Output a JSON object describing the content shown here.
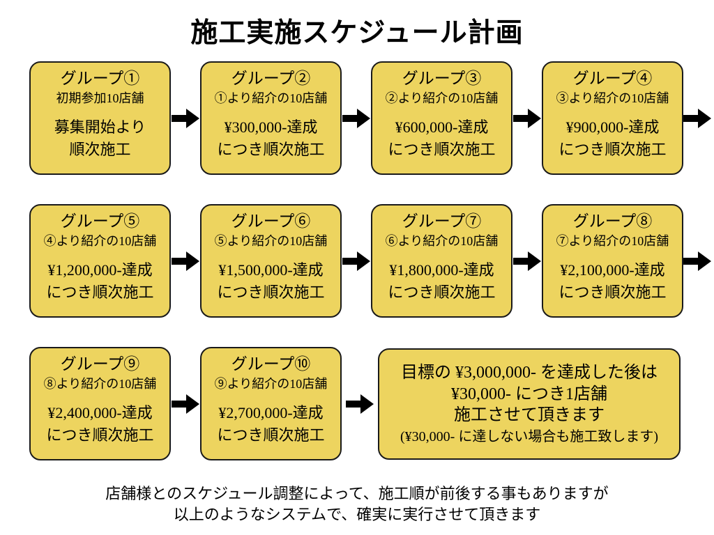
{
  "title": "施工実施スケジュール計画",
  "colors": {
    "box_fill": "#EDD45F",
    "box_border": "#1a1a1a",
    "arrow": "#000000",
    "background": "#ffffff",
    "text": "#000000"
  },
  "groups": [
    {
      "name": "グループ①",
      "sub": "初期参加10店舗",
      "line1": "募集開始より",
      "line2": "順次施工"
    },
    {
      "name": "グループ②",
      "sub": "①より紹介の10店舗",
      "line1": "¥300,000-達成",
      "line2": "につき順次施工"
    },
    {
      "name": "グループ③",
      "sub": "②より紹介の10店舗",
      "line1": "¥600,000-達成",
      "line2": "につき順次施工"
    },
    {
      "name": "グループ④",
      "sub": "③より紹介の10店舗",
      "line1": "¥900,000-達成",
      "line2": "につき順次施工"
    },
    {
      "name": "グループ⑤",
      "sub": "④より紹介の10店舗",
      "line1": "¥1,200,000-達成",
      "line2": "につき順次施工"
    },
    {
      "name": "グループ⑥",
      "sub": "⑤より紹介の10店舗",
      "line1": "¥1,500,000-達成",
      "line2": "につき順次施工"
    },
    {
      "name": "グループ⑦",
      "sub": "⑥より紹介の10店舗",
      "line1": "¥1,800,000-達成",
      "line2": "につき順次施工"
    },
    {
      "name": "グループ⑧",
      "sub": "⑦より紹介の10店舗",
      "line1": "¥2,100,000-達成",
      "line2": "につき順次施工"
    },
    {
      "name": "グループ⑨",
      "sub": "⑧より紹介の10店舗",
      "line1": "¥2,400,000-達成",
      "line2": "につき順次施工"
    },
    {
      "name": "グループ⑩",
      "sub": "⑨より紹介の10店舗",
      "line1": "¥2,700,000-達成",
      "line2": "につき順次施工"
    }
  ],
  "goal_box": {
    "line1": "目標の ¥3,000,000- を達成した後は",
    "line2": "¥30,000- につき1店舗",
    "line3": "施工させて頂きます",
    "line4": "(¥30,000- に達しない場合も施工致します)"
  },
  "footer": {
    "line1": "店舗様とのスケジュール調整によって、施工順が前後する事もありますが",
    "line2": "以上のようなシステムで、確実に実行させて頂きます"
  }
}
